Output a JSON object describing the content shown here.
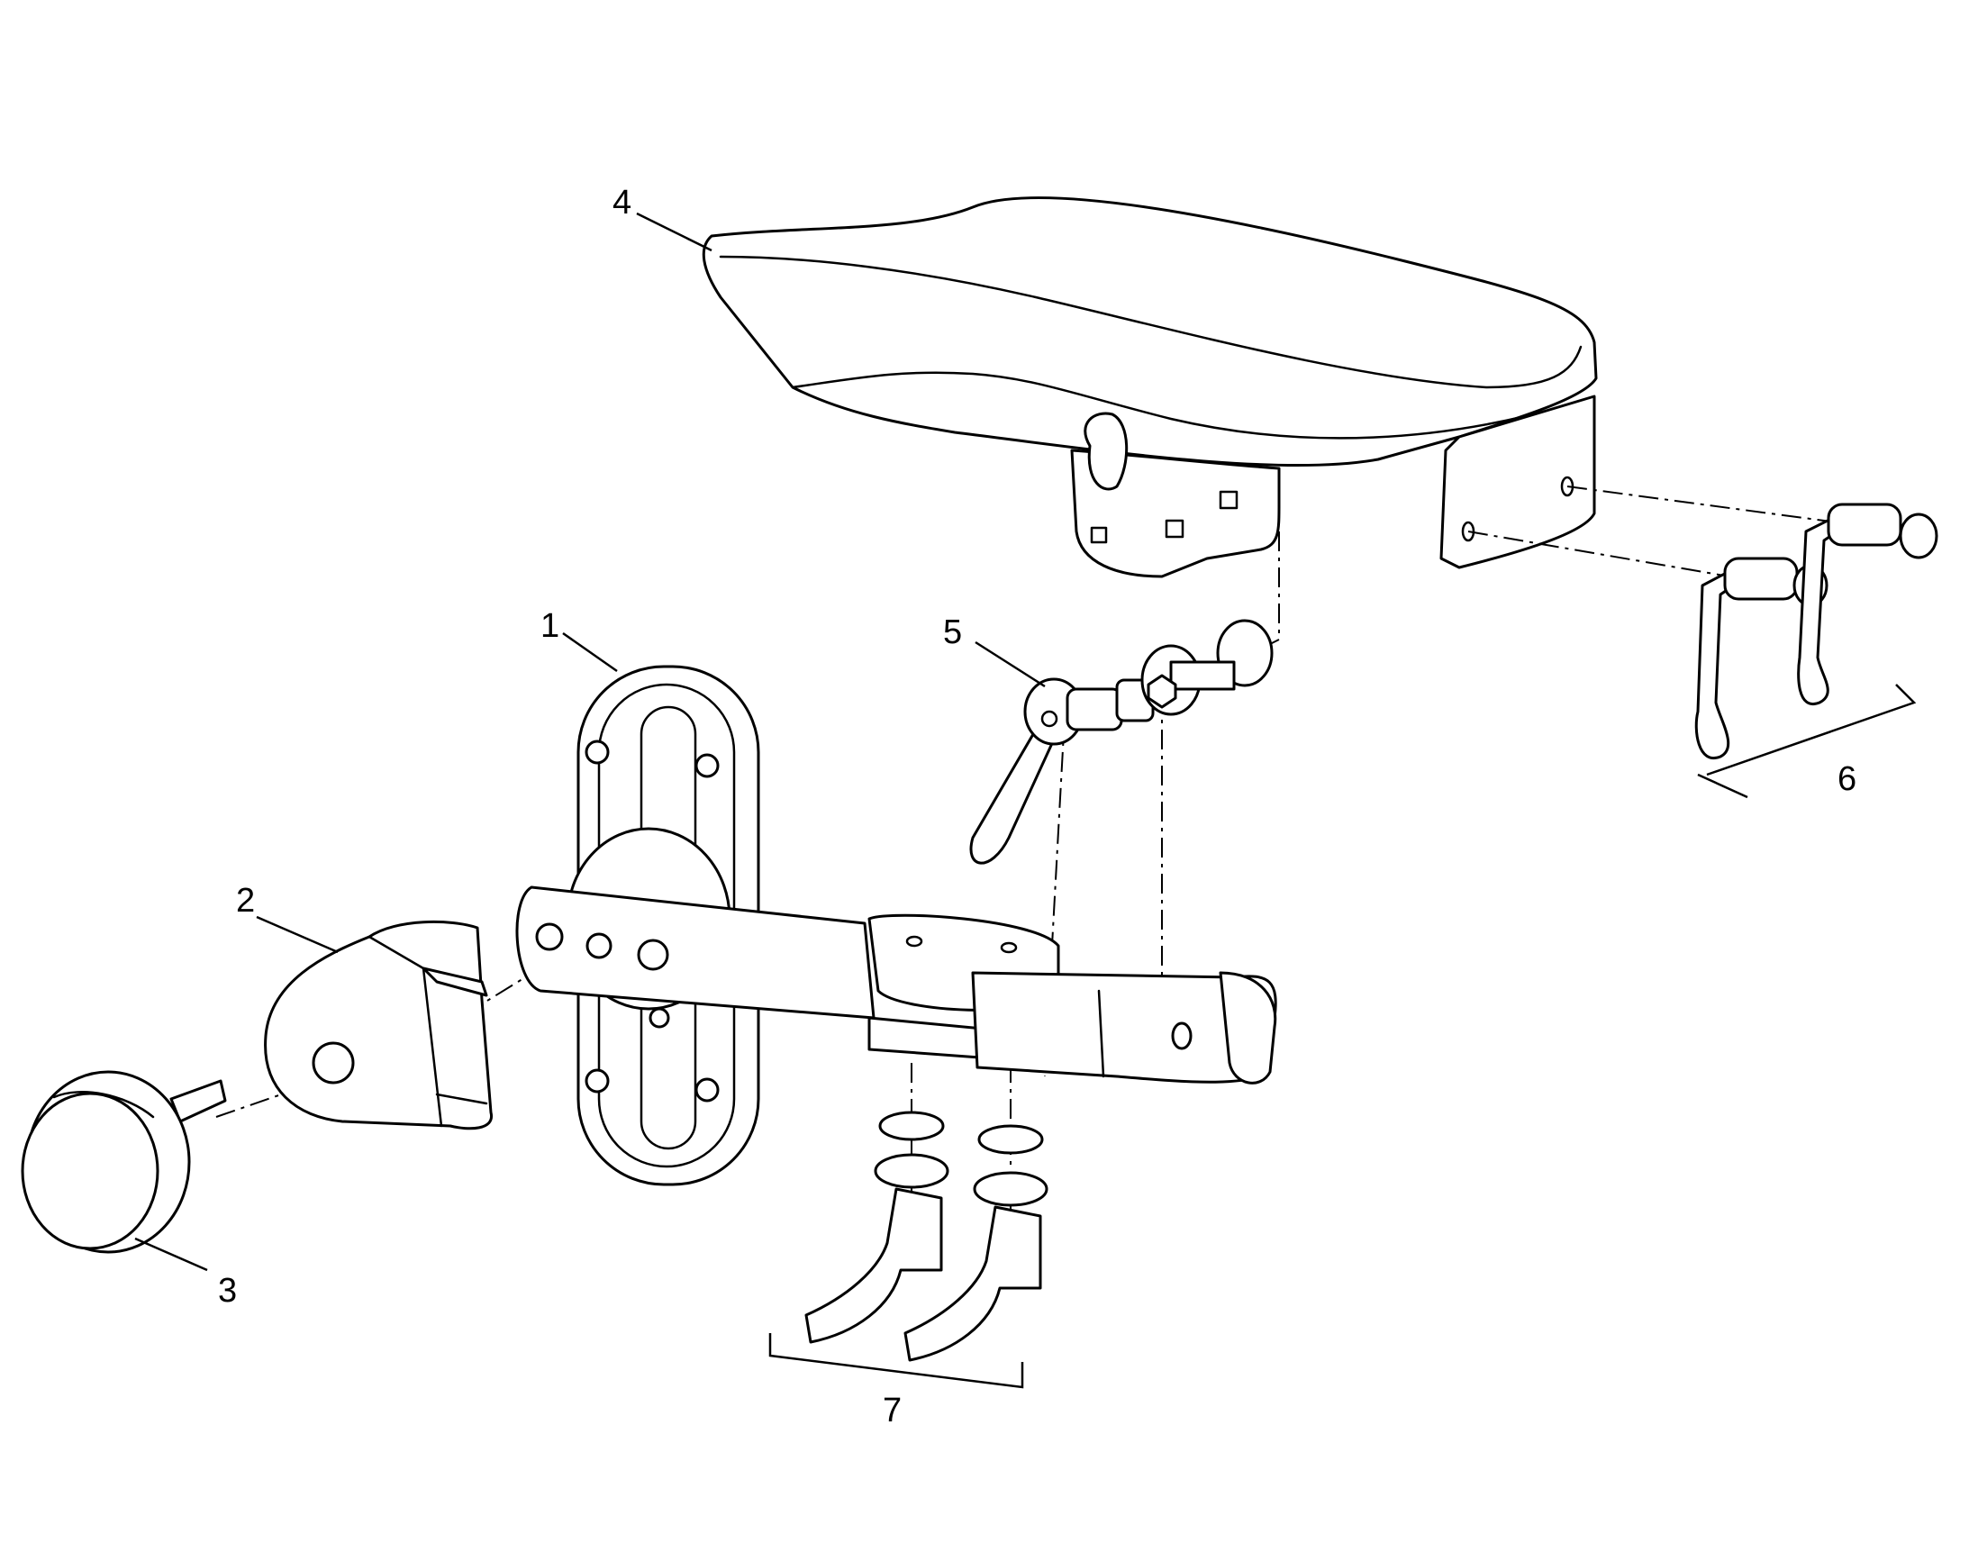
{
  "callouts": [
    {
      "id": "1",
      "text": "1"
    },
    {
      "id": "2",
      "text": "2"
    },
    {
      "id": "3",
      "text": "3"
    },
    {
      "id": "4",
      "text": "4"
    },
    {
      "id": "5",
      "text": "5"
    },
    {
      "id": "6",
      "text": "6"
    },
    {
      "id": "7",
      "text": "7"
    }
  ],
  "colors": {
    "line": "#000000",
    "background": "#ffffff",
    "shade": "#d9d9d9"
  }
}
